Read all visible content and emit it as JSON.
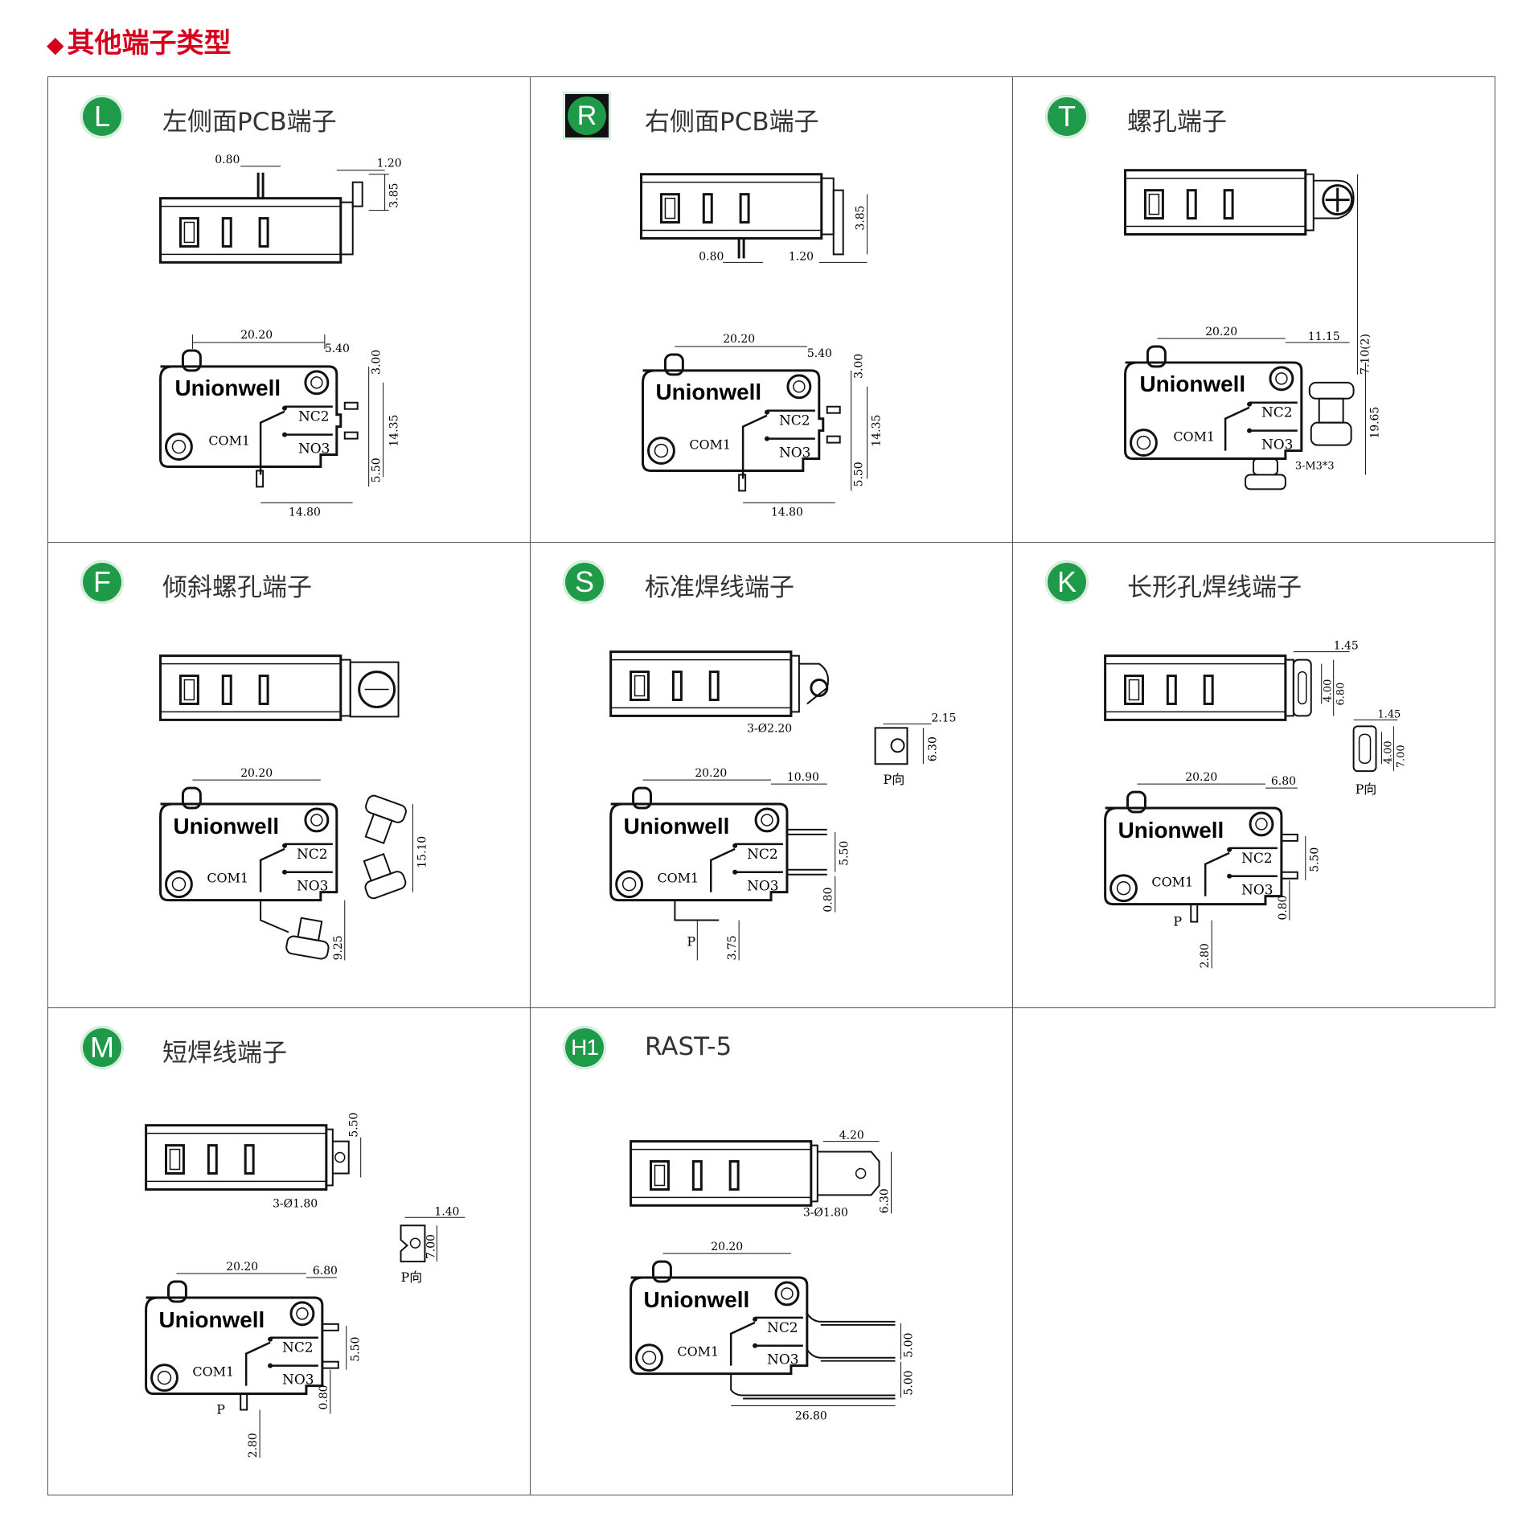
{
  "header": {
    "title": "其他端子类型",
    "marker": "◆"
  },
  "colors": {
    "title_red": "#d6001c",
    "badge_green": "#1f9a48"
  },
  "terminals": [
    {
      "code": "L",
      "name": "左侧面PCB端子"
    },
    {
      "code": "R",
      "name": "右侧面PCB端子"
    },
    {
      "code": "T",
      "name": "螺孔端子"
    },
    {
      "code": "F",
      "name": "倾斜螺孔端子"
    },
    {
      "code": "S",
      "name": "标准焊线端子"
    },
    {
      "code": "K",
      "name": "长形孔焊线端子"
    },
    {
      "code": "M",
      "name": "短焊线端子"
    },
    {
      "code": "H1",
      "name": "RAST-5"
    }
  ],
  "switch": {
    "brand": "Unionwell",
    "com": "COM1",
    "nc": "NC2",
    "no": "NO3",
    "p": "P",
    "p_view": "P向"
  },
  "dims": {
    "L": {
      "pin": "0.80",
      "tab": "1.20",
      "h": "3.85",
      "len": "20.20",
      "off": "5.40",
      "top": "3.00",
      "span": "14.35",
      "bot": "5.50",
      "base": "14.80"
    },
    "R": {
      "pin": "0.80",
      "tab": "1.20",
      "h": "3.85",
      "len": "20.20",
      "off": "5.40",
      "top": "3.00",
      "span": "14.35",
      "bot": "5.50",
      "base": "14.80"
    },
    "T": {
      "h": "7.10(2)",
      "len": "20.20",
      "off": "11.15",
      "span": "19.65",
      "screw": "3-M3*3"
    },
    "F": {
      "len": "20.20",
      "span": "15.10",
      "bot": "9.25"
    },
    "S": {
      "hole": "3-Ø2.20",
      "pw": "2.15",
      "ph": "6.30",
      "len": "20.20",
      "off": "10.90",
      "gap": "5.50",
      "thk": "0.80",
      "drop": "3.75"
    },
    "K": {
      "slot": "1.45",
      "h1": "4.00",
      "h2": "6.80",
      "pw": "1.45",
      "ph1": "4.00",
      "ph2": "7.00",
      "len": "20.20",
      "off": "6.80",
      "gap": "5.50",
      "thk": "0.80",
      "drop": "2.80"
    },
    "M": {
      "h": "5.50",
      "hole": "3-Ø1.80",
      "pw": "1.40",
      "ph": "7.00",
      "len": "20.20",
      "off": "6.80",
      "gap": "5.50",
      "thk": "0.80",
      "drop": "2.80"
    },
    "H1": {
      "w": "4.20",
      "hole": "3-Ø1.80",
      "h": "6.30",
      "len": "20.20",
      "g1": "5.00",
      "g2": "5.00",
      "base": "26.80"
    }
  }
}
